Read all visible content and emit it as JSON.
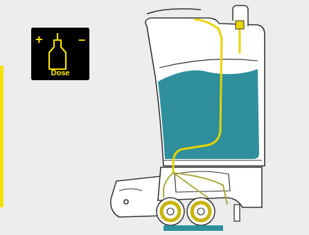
{
  "diagram": {
    "nodes": [
      {
        "text": [
          "+",
          "–",
          "Dose"
        ]
      }
    ]
  }
}
